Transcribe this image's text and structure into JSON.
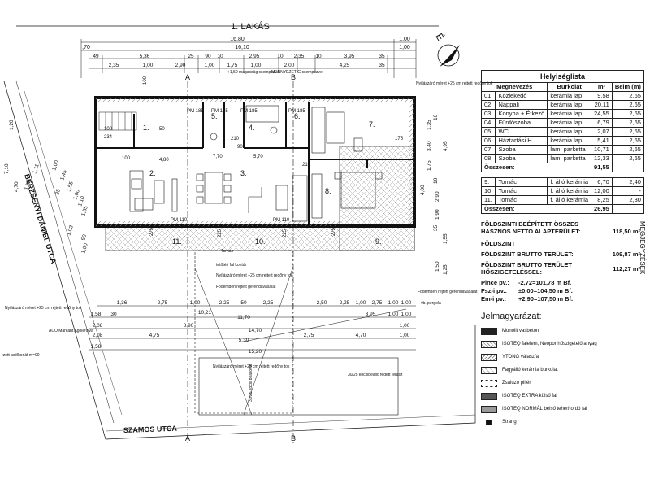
{
  "plan": {
    "title": "1. LAKÁS",
    "street_left": "BERZSENYI DÁNIEL UTCA",
    "street_bottom": "SZAMOS UTCA",
    "section_a": "A",
    "section_b": "B",
    "north": "É",
    "top_dims_1": [
      "16,80",
      "1,00"
    ],
    "top_dims_2": [
      ",70",
      "16,10",
      "1,00"
    ],
    "top_dims_3": [
      "49",
      "5,36",
      "25",
      "90",
      "10",
      "2,95",
      "10",
      "2,35",
      "10",
      "3,95",
      "35"
    ],
    "top_dims_4": [
      "2,35",
      "1,00",
      "2,90",
      "1,00",
      "1,75",
      "1,00",
      "2,00",
      "4,25",
      "35"
    ],
    "bottom_dims_1": [
      "1,36",
      "2,75",
      "1,00",
      "2,25",
      "50",
      "2,25",
      "2,50",
      "2,25",
      "1,00",
      "2,75",
      "1,00",
      "1,00"
    ],
    "bottom_dims_2": [
      "1,58",
      "30",
      "10,21",
      "11,70",
      "3,95",
      "1,00",
      "1,00"
    ],
    "bottom_dims_3": [
      "2,08",
      "8,90",
      "14,70",
      "1,00"
    ],
    "bottom_dims_4": [
      "2,08",
      "4,75",
      "5,30",
      "2,75",
      "4,70",
      "1,00"
    ],
    "bottom_dims_5": [
      "1,58",
      "15,20"
    ],
    "room_numbers": [
      "1.",
      "2.",
      "3.",
      "4.",
      "5.",
      "6.",
      "7.",
      "8.",
      "9.",
      "10.",
      "11."
    ],
    "pm_labels": [
      "PM 185",
      "PM 185",
      "PM 185",
      "PM 185",
      "PM 110",
      "PM 110"
    ],
    "notes": [
      "+1,50 magasság csempézve",
      "MENNYEZETIG csempézve",
      "Nyílászáró méret +25 cm rejtett redőny tok",
      "Nyílászáró méret +25 cm rejtett redőny tok",
      "ACO Markant Agolefolva",
      "Tornác",
      "tetőtéri fal kontúr",
      "Nyílászáró méret +25 cm rejtett redőny tok",
      "Födémben rejtett gerendavasalat",
      "Födémben rejtett gerendavasalat",
      "vb. pergola",
      "Nyílászáró méret +25 cm rejtett redőny tok",
      "30/25 kocsi beállóval",
      "30/25 kocsibeálló fedett terasz",
      "rzott acélkorlát m=90"
    ],
    "left_dims": [
      "1,20",
      "7,10",
      "4,70",
      "1,58",
      "1,11",
      "1,00",
      "1,45",
      "1,55",
      "1,00",
      "1,10",
      "1,55",
      "25",
      "1,03",
      "50",
      "1,00"
    ],
    "right_dims": [
      "1,35",
      "10",
      "3,40",
      "4,95",
      "1,75",
      "4,00",
      "2,90",
      "1,90",
      "1,55",
      "1,50",
      "1,25",
      "10",
      "35"
    ],
    "inner_dims": [
      "100",
      "234",
      "100",
      "50",
      "4,80",
      "7,70",
      "5,70",
      "210",
      "90",
      "210",
      "175",
      "275",
      "275",
      "225",
      "225",
      "100"
    ]
  },
  "room_list": {
    "title": "Helyiséglista",
    "headers": [
      "Megnevezés",
      "Burkolat",
      "m²",
      "Belm (m)"
    ],
    "rooms": [
      [
        "01.",
        "Közlekedő",
        "kerámia lap",
        "9,58",
        "2,65"
      ],
      [
        "02.",
        "Nappali",
        "kerámia lap",
        "20,11",
        "2,65"
      ],
      [
        "03.",
        "Konyha + Étkező",
        "kerámia lap",
        "24,55",
        "2,65"
      ],
      [
        "04.",
        "Fürdőszoba",
        "kerámia lap",
        "6,79",
        "2,65"
      ],
      [
        "05.",
        "WC",
        "kerámia lap",
        "2,07",
        "2,65"
      ],
      [
        "06.",
        "Háztartási H.",
        "kerámia lap",
        "5,41",
        "2,65"
      ],
      [
        "07.",
        "Szoba",
        "lam. parketta",
        "10,71",
        "2,65"
      ],
      [
        "08.",
        "Szoba",
        "lam. parketta",
        "12,33",
        "2,65"
      ]
    ],
    "sum1_label": "Összesen:",
    "sum1_value": "91,55",
    "terraces": [
      [
        "9.",
        "Tornác",
        "f. álló kerámia",
        "6,70",
        "2,40"
      ],
      [
        "10.",
        "Tornác",
        "f. álló kerámia",
        "12,00",
        "-"
      ],
      [
        "11.",
        "Tornác",
        "f. álló kerámia",
        "8,25",
        "2,30"
      ]
    ],
    "sum2_label": "Összesen:",
    "sum2_value": "26,95"
  },
  "stats": {
    "net_label": "FÖLDSZINTI BEÉPÍTETT ÖSSZES HASZNOS NETTO ALAPTERÜLET:",
    "net_value": "118,50 m²",
    "floor": "FÖLDSZINT",
    "brutto_label": "FÖLDSZINT BRUTTO TERÜLET:",
    "brutto_value": "109,87 m²",
    "ins_label": "FÖLDSZINT BRUTTO TERÜLET HŐSZIGETELÉSSEL:",
    "ins_value": "112,27 m²",
    "levels": [
      [
        "Pince pv.:",
        "-2,72=101,78 m Bf."
      ],
      [
        "Fsz-i pv.:",
        "±0,00=104,50 m Bf."
      ],
      [
        "Em-i pv.:",
        "+2,90=107,50 m Bf."
      ]
    ]
  },
  "legend": {
    "title": "Jelmagyarázat:",
    "items": [
      [
        "monolit",
        "Monolit vasbeton"
      ],
      [
        "isoteq",
        "ISOTEQ falelem, Neopor hőszigetelő anyag"
      ],
      [
        "ytong",
        "YTONG válaszfal"
      ],
      [
        "fagy",
        "Fagyálló kerámia burkolat"
      ],
      [
        "pillar",
        "Zsaluzó pillér"
      ],
      [
        "extra",
        "ISOTEQ EXTRA külső fal"
      ],
      [
        "normal",
        "ISOTEQ NORMÁL belső teherhordó fal"
      ],
      [
        "strang",
        "Strang"
      ]
    ]
  },
  "side_label": "MEGJEGYZÉSEK"
}
